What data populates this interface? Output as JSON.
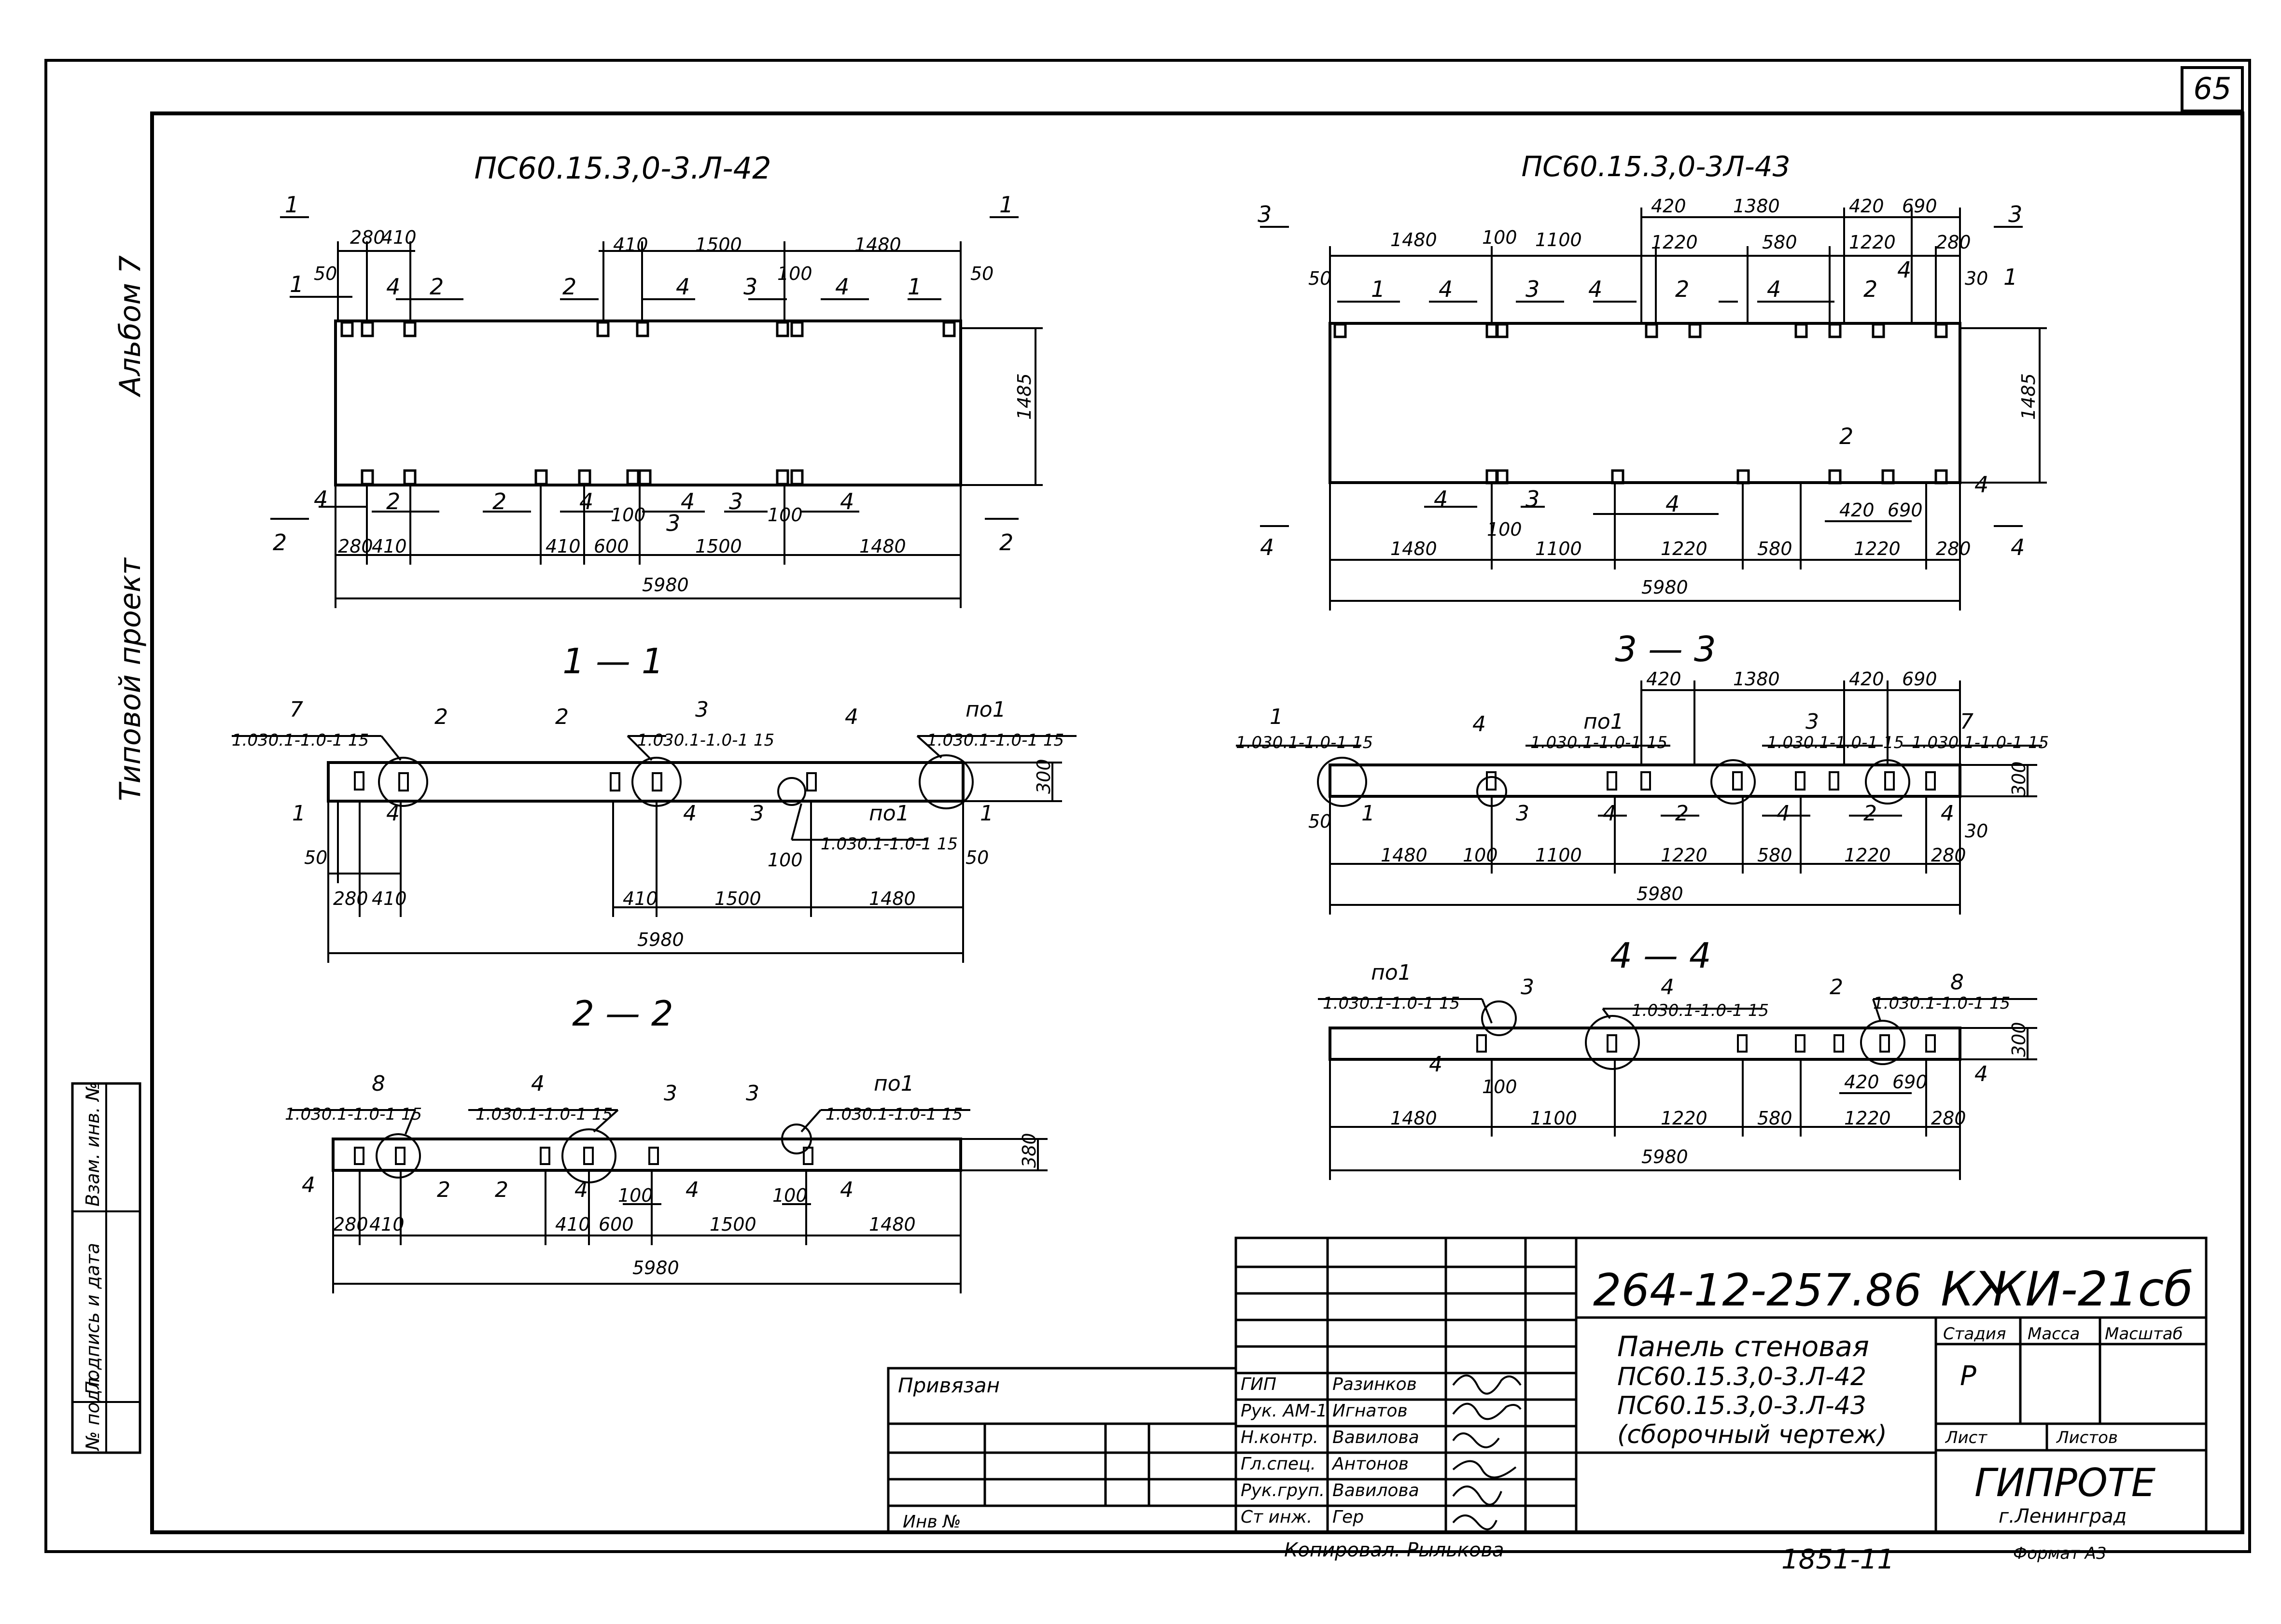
{
  "sheet_number": "65",
  "margin": {
    "album": "Альбом 7",
    "project": "Типовой проект"
  },
  "stamp_side": {
    "col1": "Взам. инв. №",
    "col2": "Подпись и дата",
    "col3": "№ подл."
  },
  "views": {
    "left_title": "ПС60.15.3,0-3.Л-42",
    "right_title": "ПС60.15.3,0-3Л-43",
    "section_11": "1 — 1",
    "section_22": "2 — 2",
    "section_33": "3 — 3",
    "section_44": "4 — 4"
  },
  "marks": {
    "m1": "1",
    "m2": "2",
    "m3": "3",
    "m4": "4",
    "m7": "7",
    "m8": "8",
    "po1": "по1"
  },
  "refs": {
    "r1": "1.030.1-1.0-1 15",
    "r2": "1.030.1-1.0-1 15"
  },
  "dims_left_plan": {
    "top": [
      "280",
      "410",
      "410",
      "1500",
      "1480",
      "50",
      "100",
      "50"
    ],
    "bottom": [
      "280",
      "410",
      "410",
      "600",
      "1500",
      "1480",
      "100",
      "100"
    ],
    "height": "1485",
    "total": "5980"
  },
  "dims_right_plan": {
    "top_upper": [
      "420",
      "1380",
      "420",
      "690"
    ],
    "top": [
      "1480",
      "100",
      "1100",
      "1220",
      "580",
      "1220",
      "280",
      "50",
      "30"
    ],
    "bottom": [
      "1480",
      "100",
      "1100",
      "1220",
      "580",
      "1220",
      "280"
    ],
    "bottom_upper": [
      "420",
      "690"
    ],
    "height": "1485",
    "total": "5980"
  },
  "dims_sec11": {
    "bottom": [
      "50",
      "280",
      "410",
      "410",
      "1500",
      "1480",
      "100",
      "50"
    ],
    "thk": "300",
    "total": "5980"
  },
  "dims_sec22": {
    "bottom": [
      "280",
      "410",
      "410",
      "600",
      "1500",
      "1480",
      "100",
      "100"
    ],
    "thk": "380",
    "total": "5980"
  },
  "dims_sec33": {
    "upper": [
      "420",
      "1380",
      "420",
      "690"
    ],
    "bottom": [
      "50",
      "1480",
      "100",
      "1100",
      "1220",
      "580",
      "1220",
      "280",
      "30"
    ],
    "thk": "300",
    "total": "5980"
  },
  "dims_sec44": {
    "bottom": [
      "1480",
      "100",
      "1100",
      "1220",
      "580",
      "1220",
      "280"
    ],
    "extra": [
      "420",
      "690"
    ],
    "thk": "300",
    "total": "5980"
  },
  "title_block": {
    "doc_code": "264-12-257.86",
    "mark": "КЖИ-21сб",
    "title_lines": [
      "Панель стеновая",
      "ПС60.15.3,0-3.Л-42",
      "ПС60.15.3,0-3.Л-43",
      "(сборочный чертеж)"
    ],
    "stage_hdr": "Стадия",
    "mass_hdr": "Масса",
    "scale_hdr": "Масштаб",
    "stage": "Р",
    "sheet_hdr": "Лист",
    "sheets_hdr": "Листов",
    "org": "ГИПРОТЕ",
    "city": "г.Ленинград",
    "bound": "Привязан",
    "inv": "Инв №",
    "roles": [
      {
        "role": "ГИП",
        "name": "Разинков"
      },
      {
        "role": "Рук. АМ-1",
        "name": "Игнатов"
      },
      {
        "role": "Н.контр.",
        "name": "Вавилова"
      },
      {
        "role": "Гл.спец.",
        "name": "Антонов"
      },
      {
        "role": "Рук.груп.",
        "name": "Вавилова"
      },
      {
        "role": "Ст инж.",
        "name": "Гер"
      }
    ],
    "copied": "Копировал. Рылькова",
    "order_no": "1851-11",
    "format": "Формат А3"
  }
}
